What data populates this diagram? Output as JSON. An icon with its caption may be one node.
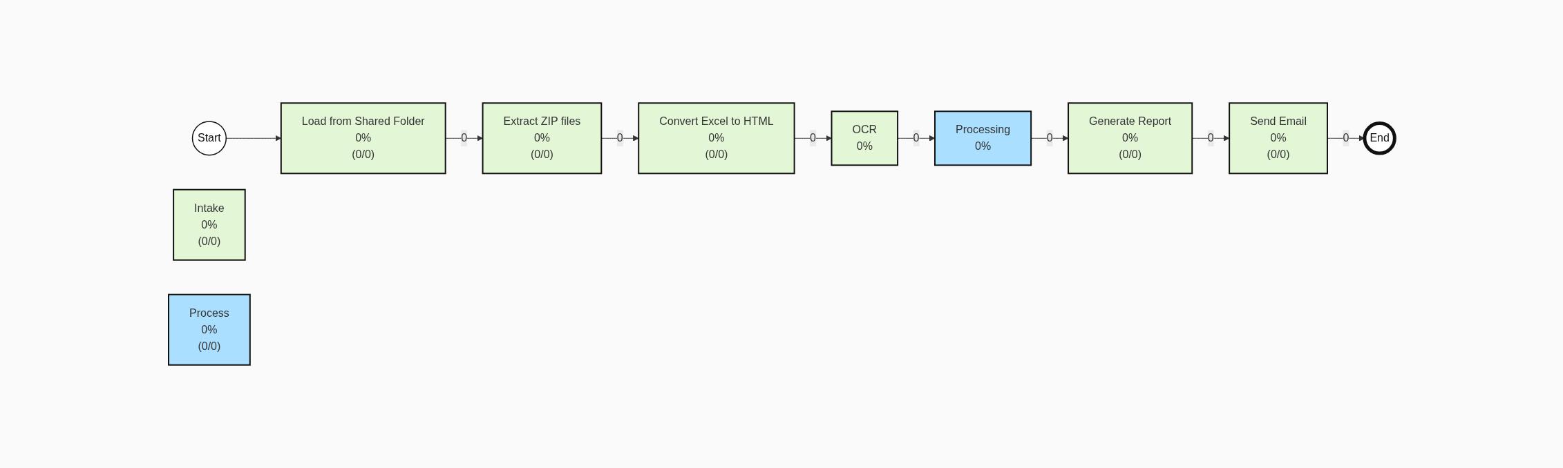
{
  "diagram": {
    "nodes": [
      {
        "text": [
          "Start"
        ]
      },
      {
        "text": [
          "Load from Shared Folder",
          "0%",
          "(0/0)"
        ]
      },
      {
        "text": [
          "Extract ZIP files",
          "0%",
          "(0/0)"
        ]
      },
      {
        "text": [
          "Convert Excel to HTML",
          "0%",
          "(0/0)"
        ]
      },
      {
        "text": [
          "OCR",
          "0%"
        ]
      },
      {
        "text": [
          "Processing",
          "0%"
        ]
      },
      {
        "text": [
          "Generate Report",
          "0%",
          "(0/0)"
        ]
      },
      {
        "text": [
          "Send Email",
          "0%",
          "(0/0)"
        ]
      },
      {
        "text": [
          "End"
        ]
      },
      {
        "text": [
          "Intake",
          "0%",
          "(0/0)"
        ]
      },
      {
        "text": [
          "Process",
          "0%",
          "(0/0)"
        ]
      }
    ],
    "edges": [
      {
        "from": 0,
        "to": 1,
        "arrow": "to"
      },
      {
        "from": 1,
        "to": 2,
        "arrow": "to",
        "label": "0"
      },
      {
        "from": 2,
        "to": 3,
        "arrow": "to",
        "label": "0"
      },
      {
        "from": 3,
        "to": 4,
        "arrow": "to",
        "label": "0"
      },
      {
        "from": 4,
        "to": 5,
        "arrow": "to",
        "label": "0"
      },
      {
        "from": 5,
        "to": 6,
        "arrow": "to",
        "label": "0"
      },
      {
        "from": 6,
        "to": 7,
        "arrow": "to",
        "label": "0"
      },
      {
        "from": 7,
        "to": 8,
        "arrow": "to",
        "label": "0"
      }
    ]
  }
}
